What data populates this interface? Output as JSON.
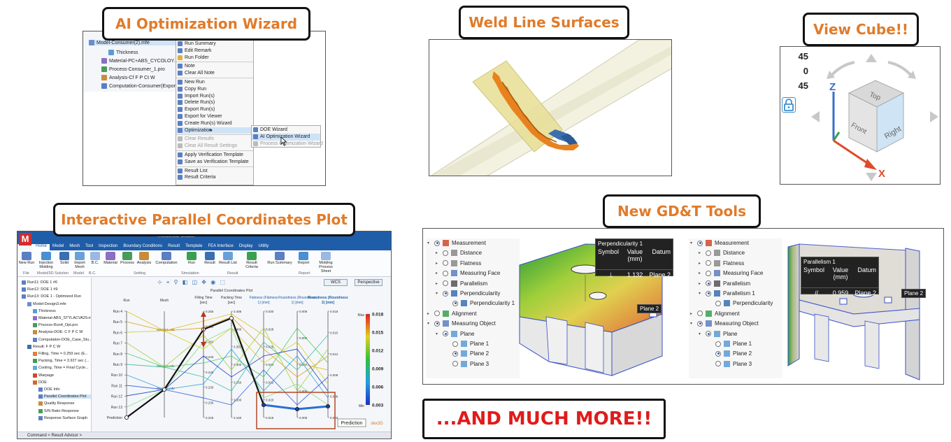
{
  "callouts": {
    "ai": "AI Optimization Wizard",
    "weld": "Weld Line Surfaces",
    "cube": "View Cube!!",
    "pcp": "Interactive Parallel Coordinates Plot",
    "gdt": "New GD&T Tools",
    "more": "...AND MUCH MORE!!"
  },
  "ai_panel": {
    "tree": [
      "Model-Consumer(2).mfe",
      "Thickness",
      "Material-PC+ABS_CYCOLOY...",
      "Process-Consumer_1.pro",
      "Analysis-Cf F P Ct W",
      "Computation-Consumer(Expor..."
    ],
    "menu": [
      "Run Summary",
      "Edit Remark",
      "Run Folder",
      "Note",
      "Clear All Note",
      "New Run",
      "Copy Run",
      "Import Run(s)",
      "Delete Run(s)",
      "Export Run(s)",
      "Export for Viewer",
      "Create Run(s) Wizard",
      "Optimization",
      "Clear Results",
      "Clear All Result Settings",
      "Apply Verification Template",
      "Save as Verification Template",
      "Result List",
      "Result Criteria"
    ],
    "submenu": [
      "DOE Wizard",
      "AI Optimization Wizard",
      "Process Optimization Wizard"
    ]
  },
  "view_cube": {
    "angles": [
      "45",
      "0",
      "45"
    ],
    "faces": [
      "Top",
      "Front",
      "Right"
    ],
    "axes": [
      "Z",
      "X"
    ]
  },
  "pcp": {
    "app_title": "Moldex3D Studio",
    "tabs": [
      "Home",
      "Model",
      "Mesh",
      "Tool",
      "Inspection",
      "Boundary Conditions",
      "Result",
      "Template",
      "FEA Interface",
      "Display",
      "Utility"
    ],
    "ribbon": [
      "New Run",
      "Injection Molding",
      "Solid",
      "Import Mesh",
      "B.C.",
      "Material",
      "Process",
      "Analysis",
      "Computation",
      "Run",
      "Result",
      "Result List",
      "Result Criteria",
      "Run Summary",
      "Report",
      "Molding Process Sheet"
    ],
    "groups": [
      "File",
      "Model/3D Solution",
      "Model",
      "B.C.",
      "Setting",
      "Simulation",
      "Result",
      "Report"
    ],
    "tree": [
      "Run11: DOE 1 #6",
      "Run12: DOE 1 #9",
      "Run13: DOE 1 - Optimized Run",
      "Model-Design3.mfe",
      "Thickness",
      "Material-ABS_STYLACVA29.mtr",
      "Process-Run4_Opt.pro",
      "Analysis-DOE: C F P C W",
      "Computation-DOE_Case_Stu...",
      "Result: F P C W",
      "Filling, Time = 0.259 sec (E...",
      "Packing, Time = 3.927 sec (...",
      "Cooling, Time = Final Cycle...",
      "Warpage",
      "DOE",
      "DOE Info",
      "Parallel Coordinates Plot",
      "Quality Response",
      "S/N Ratio Response",
      "Response Surface Graph"
    ],
    "toolbar_right": [
      "WCS",
      "Perspective"
    ],
    "plot_title": "Parallel Coordinates Plot",
    "axis_titles": [
      "Run",
      "Mesh",
      "Filling Time [sec]",
      "Packing Time [sec]",
      "Flatness (Flatness 1) [mm]",
      "Roundness (Roundness 1) [mm]",
      "Roundness (Roundness 2) [mm]"
    ],
    "runs": [
      "Run 4",
      "Run 5",
      "Run 6",
      "Run 7",
      "Run 8",
      "Run 9",
      "Run 10",
      "Run 11",
      "Run 12",
      "Run 13",
      "Prediction"
    ],
    "mesh_labels": [
      "Design1.mfe",
      "Design2.mfe",
      "Design3.mfe"
    ],
    "fill_ticks": [
      "0.255",
      "0.252",
      "0.250",
      "0.245",
      "0.240",
      "0.235",
      "0.230",
      "0.225"
    ],
    "pack_ticks": [
      "3.486",
      "3.400",
      "3.350",
      "3.300",
      "3.250",
      "3.200",
      "3.150"
    ],
    "flat_ticks": [
      "0.030",
      "0.028",
      "0.026",
      "0.024",
      "0.022",
      "0.020",
      "0.018"
    ],
    "round1_ticks": [
      "0.009",
      "0.008",
      "0.007",
      "0.006",
      "0.005"
    ],
    "round2_ticks": [
      "0.018",
      "0.015",
      "0.012",
      "0.009",
      "0.006",
      "0.003"
    ],
    "colorbar": {
      "max_label": "Max",
      "min_label": "Min",
      "ticks": [
        "0.018",
        "0.015",
        "0.012",
        "0.009",
        "0.006",
        "0.003"
      ]
    },
    "prediction_label": "Prediction",
    "brand_suffix": "dex3D",
    "status": "Command < Result Advisor >"
  },
  "gdt_left": {
    "tree": [
      "Measurement",
      "Distance",
      "Flatness",
      "Measuring Face",
      "Parallelism",
      "Perpendicularity",
      "Perpendicularity 1",
      "Alignment",
      "Measuring Object",
      "Plane",
      "Plane 1",
      "Plane 2",
      "Plane 3"
    ],
    "tooltip": {
      "title": "Perpendicularity 1",
      "headers": [
        "Symbol",
        "Value (mm)",
        "Datum"
      ],
      "symbol": "⊥",
      "value": "1.132",
      "datum": "Plane 2"
    },
    "plane_label": "Plane 2"
  },
  "gdt_right": {
    "tree": [
      "Measurement",
      "Distance",
      "Flatness",
      "Measuring Face",
      "Parallelism",
      "Parallelism 1",
      "Perpendicularity",
      "Alignment",
      "Measuring Object",
      "Plane",
      "Plane 1",
      "Plane 2",
      "Plane 3"
    ],
    "tooltip": {
      "title": "Parallelism 1",
      "headers": [
        "Symbol",
        "Value (mm)",
        "Datum"
      ],
      "symbol": "//",
      "value": "0.959",
      "datum": "Plane 2"
    },
    "plane_label": "Plane 2"
  },
  "colors": {
    "callout_text": "#e07b2a",
    "more_text": "#e01b1b",
    "ribbon": "#1f5da8",
    "highlight": "#cfe3f7"
  }
}
